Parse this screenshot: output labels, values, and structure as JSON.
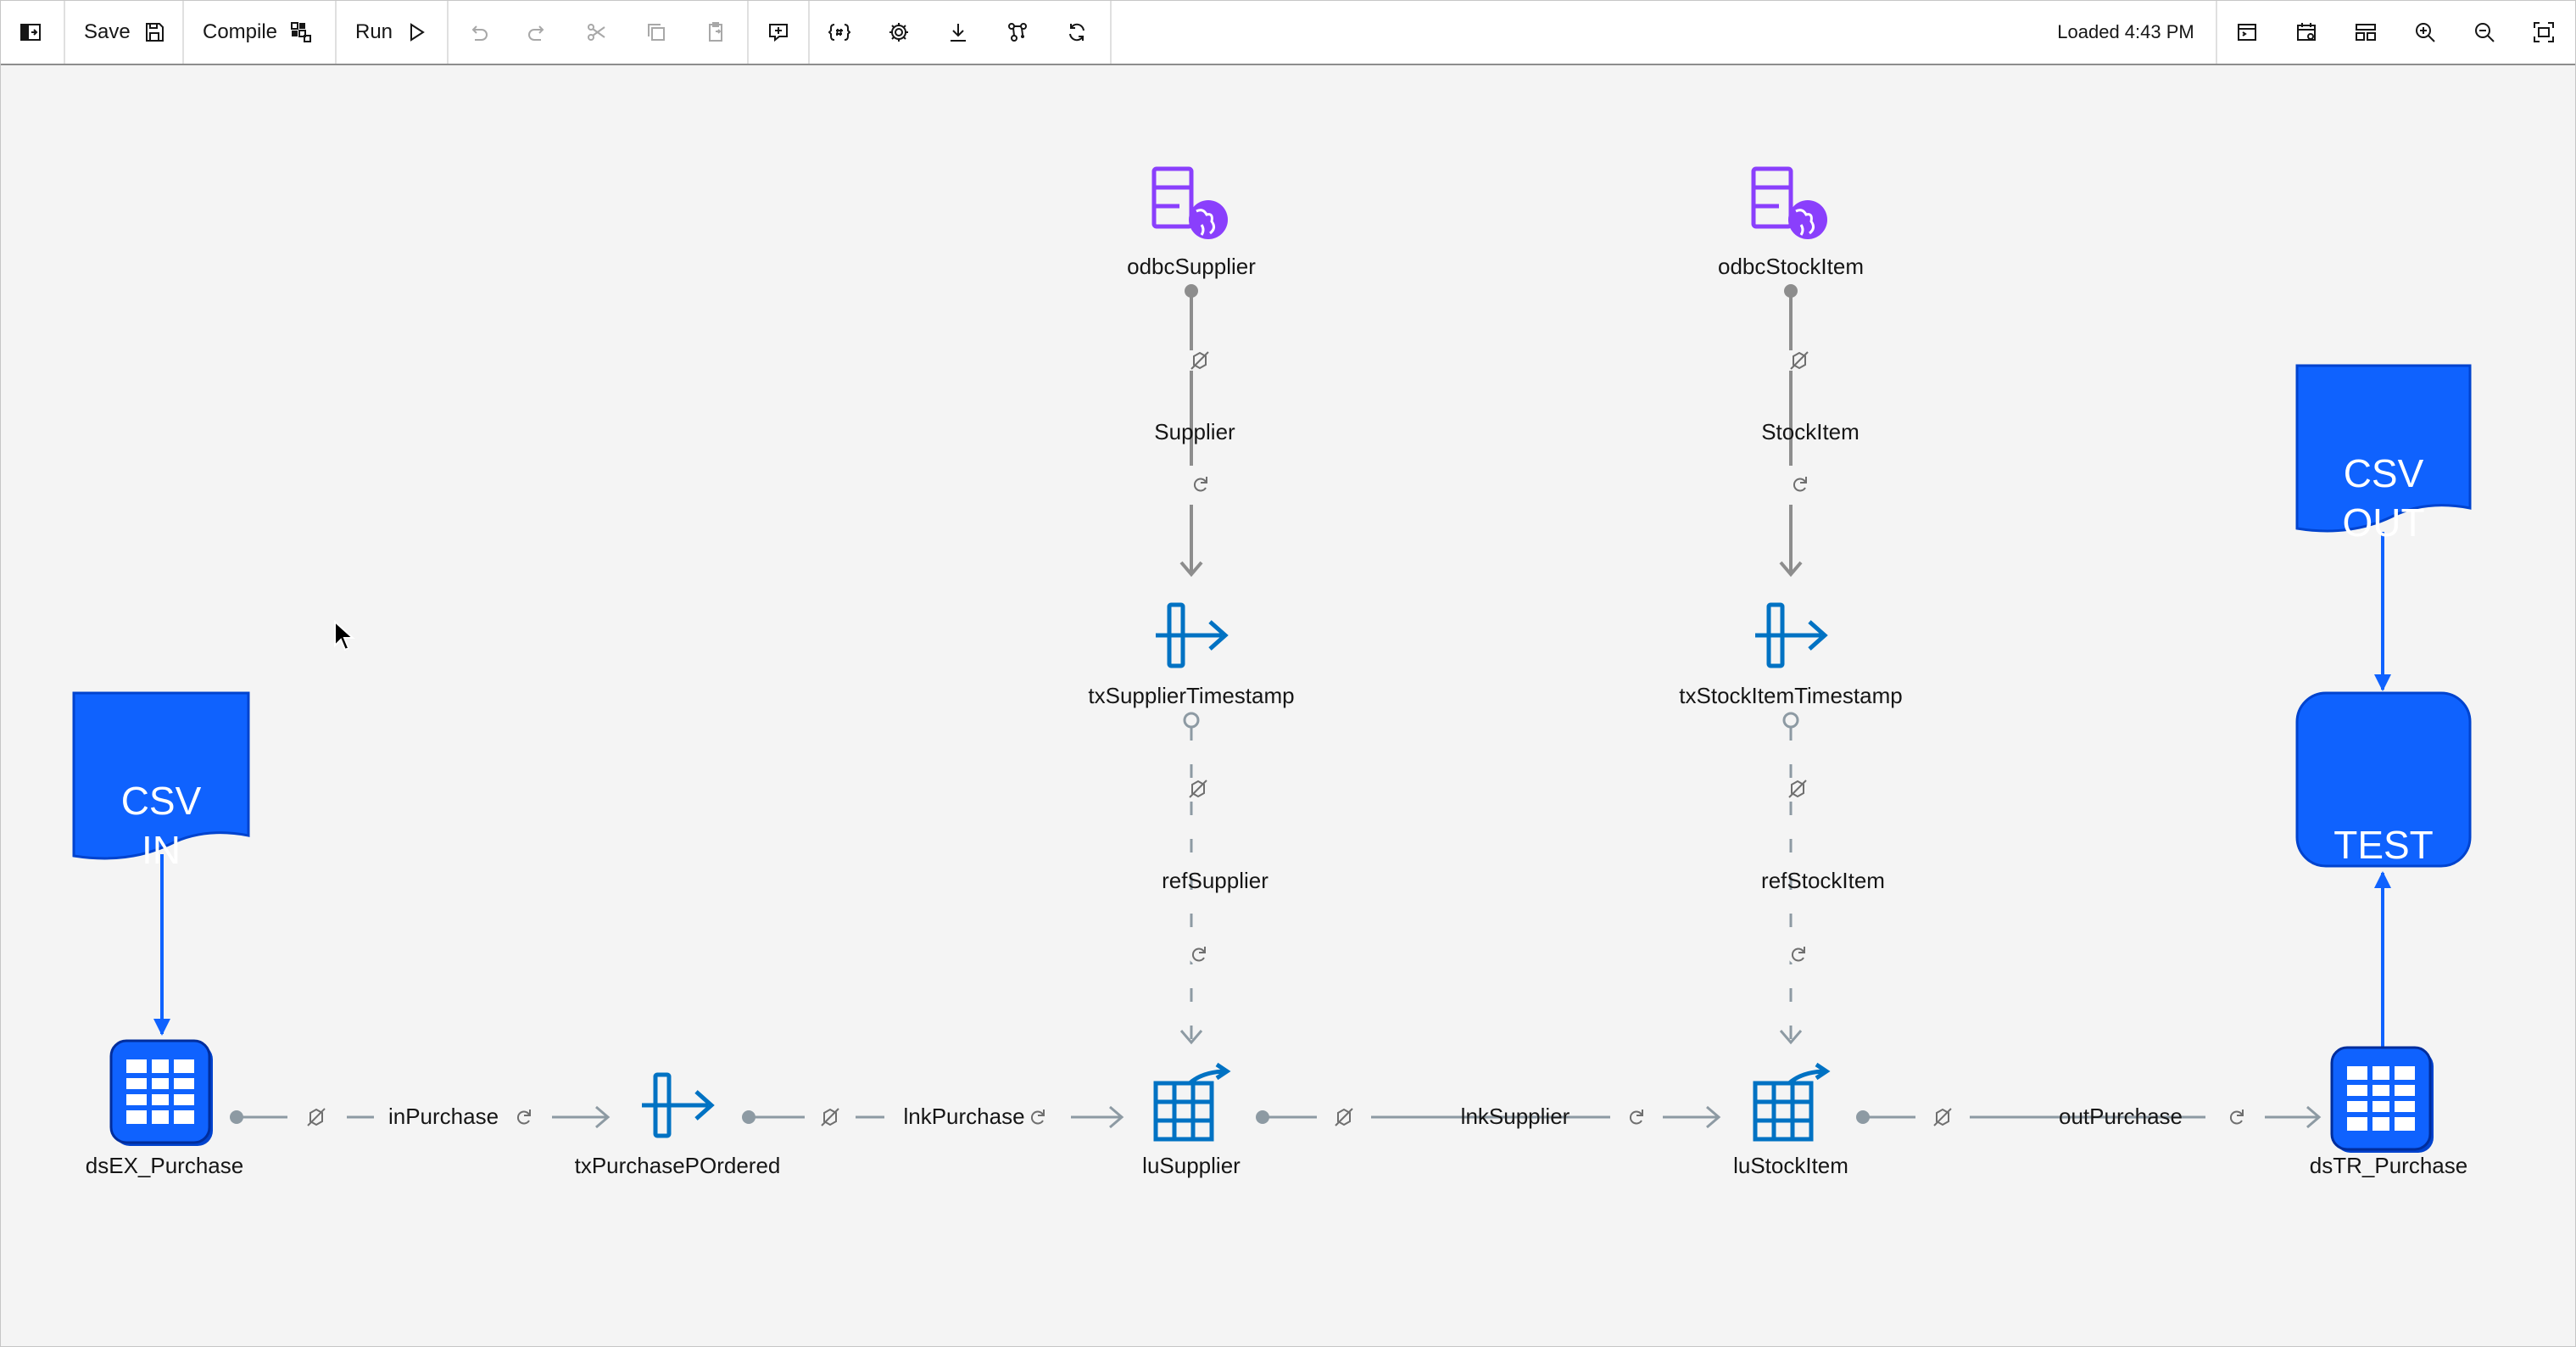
{
  "toolbar": {
    "save_label": "Save",
    "compile_label": "Compile",
    "run_label": "Run",
    "status": "Loaded 4:43 PM"
  },
  "colors": {
    "accent": "#0f62fe",
    "stage_blue": "#0072c3",
    "connector_purple": "#8a3ffc",
    "link_gray": "#8d8d8d"
  },
  "annotations": {
    "csv_in": [
      "CSV",
      "IN"
    ],
    "csv_out": [
      "CSV",
      "OUT"
    ],
    "test": "TEST"
  },
  "stages": {
    "odbc_supplier": "odbcSupplier",
    "odbc_stock_item": "odbcStockItem",
    "tx_supplier_timestamp": "txSupplierTimestamp",
    "tx_stock_item_timestamp": "txStockItemTimestamp",
    "ds_ex_purchase": "dsEX_Purchase",
    "tx_purchase_pordered": "txPurchasePOrdered",
    "lu_supplier": "luSupplier",
    "lu_stock_item": "luStockItem",
    "ds_tr_purchase": "dsTR_Purchase"
  },
  "links": {
    "supplier": "Supplier",
    "stock_item": "StockItem",
    "ref_supplier": "refSupplier",
    "ref_stock_item": "refStockItem",
    "in_purchase": "inPurchase",
    "lnk_purchase": "lnkPurchase",
    "lnk_supplier": "lnkSupplier",
    "out_purchase": "outPurchase"
  }
}
